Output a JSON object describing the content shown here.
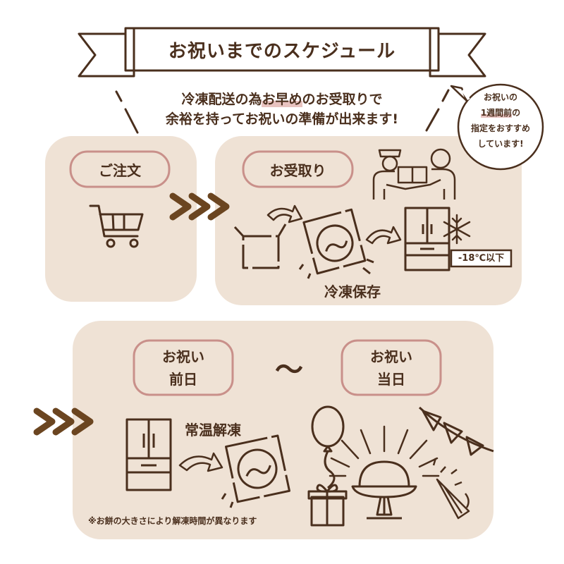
{
  "title": "お祝いまでのスケジュール",
  "subtitle_line1_a": "冷凍配送の為",
  "subtitle_line1_b": "お早め",
  "subtitle_line1_c": "のお受取りで",
  "subtitle_line2": "余裕を持ってお祝いの準備が出来ます!",
  "bubble": {
    "line1": "お祝いの",
    "line2_a": "1週間前",
    "line2_b": "の",
    "line3": "指定をおすすめ",
    "line4": "しています!"
  },
  "steps": {
    "order": "ご注文",
    "receive": "お受取り",
    "freeze": "冷凍保存",
    "temp": "-18℃以下",
    "before_line1": "お祝い",
    "before_line2": "前日",
    "tilde": "〜",
    "day_line1": "お祝い",
    "day_line2": "当日",
    "thaw": "常温解凍"
  },
  "note": "※お餅の大きさにより解凍時間が異なります",
  "colors": {
    "brown": "#4a2f1d",
    "panel": "#efe2d5",
    "pill_border": "#c9908a",
    "highlight": "#e8c3c0"
  }
}
